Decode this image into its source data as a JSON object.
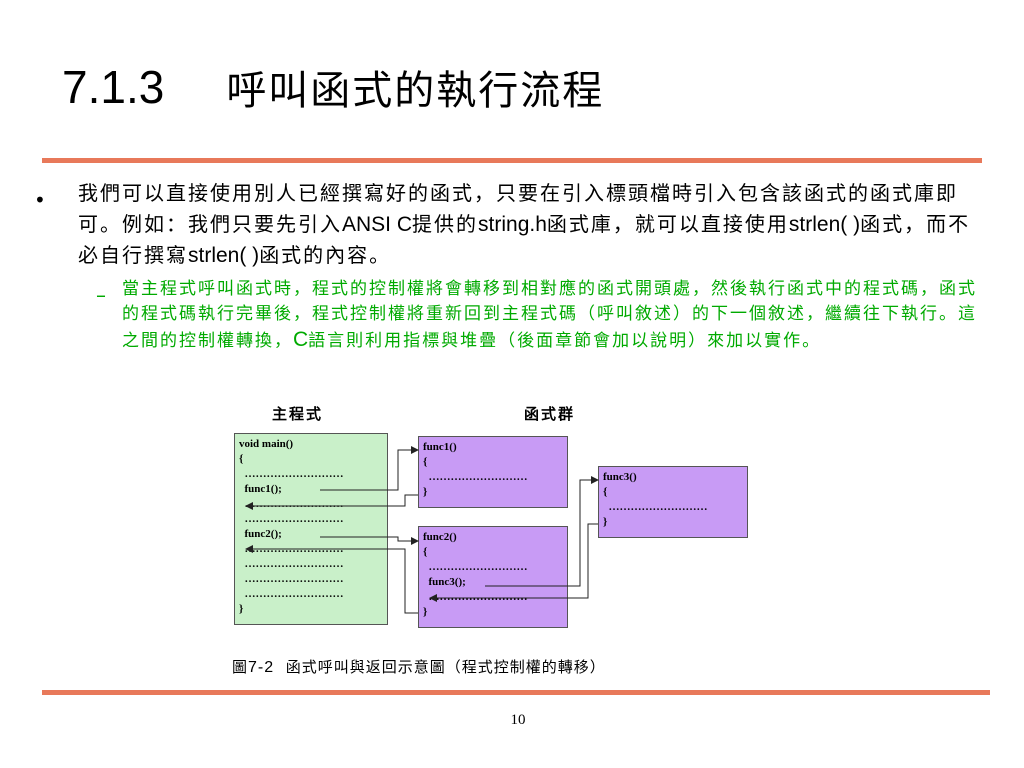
{
  "title": {
    "number": "7.1.3",
    "text": "呼叫函式的執行流程"
  },
  "bullet1": {
    "marker": "•",
    "seg1": "我們可以直接使用別人已經撰寫好的函式，只要在引入標頭檔時引入包含該函式的函式庫即可。例如：我們只要先引入",
    "seg2": "ANSI C",
    "seg3": "提供的",
    "seg4": "string.h",
    "seg5": "函式庫，就可以直接使用",
    "seg6": "strlen( )",
    "seg7": "函式，而不必自行撰寫",
    "seg8": "strlen( )",
    "seg9": "函式的內容。"
  },
  "sub1": {
    "marker": "–",
    "seg1": "當主程式呼叫函式時，程式的控制權將會轉移到相對應的函式開頭處，然後執行函式中的程式碼，函式的程式碼執行完畢後，程式控制權將重新回到主程式碼（呼叫敘述）的下一個敘述，繼續往下執行。這之間的控制權轉換，",
    "seg2": "C",
    "seg3": "語言則利用指標與堆疊（後面章節會加以說明）來加以實作。"
  },
  "diagram": {
    "main_label": "主程式",
    "funcs_label": "函式群",
    "main_code": "void main()\n{\n  ………………………\n  func1();\n  ………………………\n  ………………………\n  func2();\n  ………………………\n  ………………………\n  ………………………\n  ………………………\n}",
    "func1_code": "func1()\n{\n  ………………………\n}",
    "func2_code": "func2()\n{\n  ………………………\n  func3();\n  ………………………\n}",
    "func3_code": "func3()\n{\n  ………………………\n}"
  },
  "caption": {
    "pre": "圖",
    "num": "7-2",
    "text": "函式呼叫與返回示意圖（程式控制權的轉移）"
  },
  "page_number": "10",
  "colors": {
    "rule": "#e8795a",
    "sub_text": "#00aa00",
    "main_box": "#c9f0c9",
    "func_box": "#c89bf5"
  }
}
